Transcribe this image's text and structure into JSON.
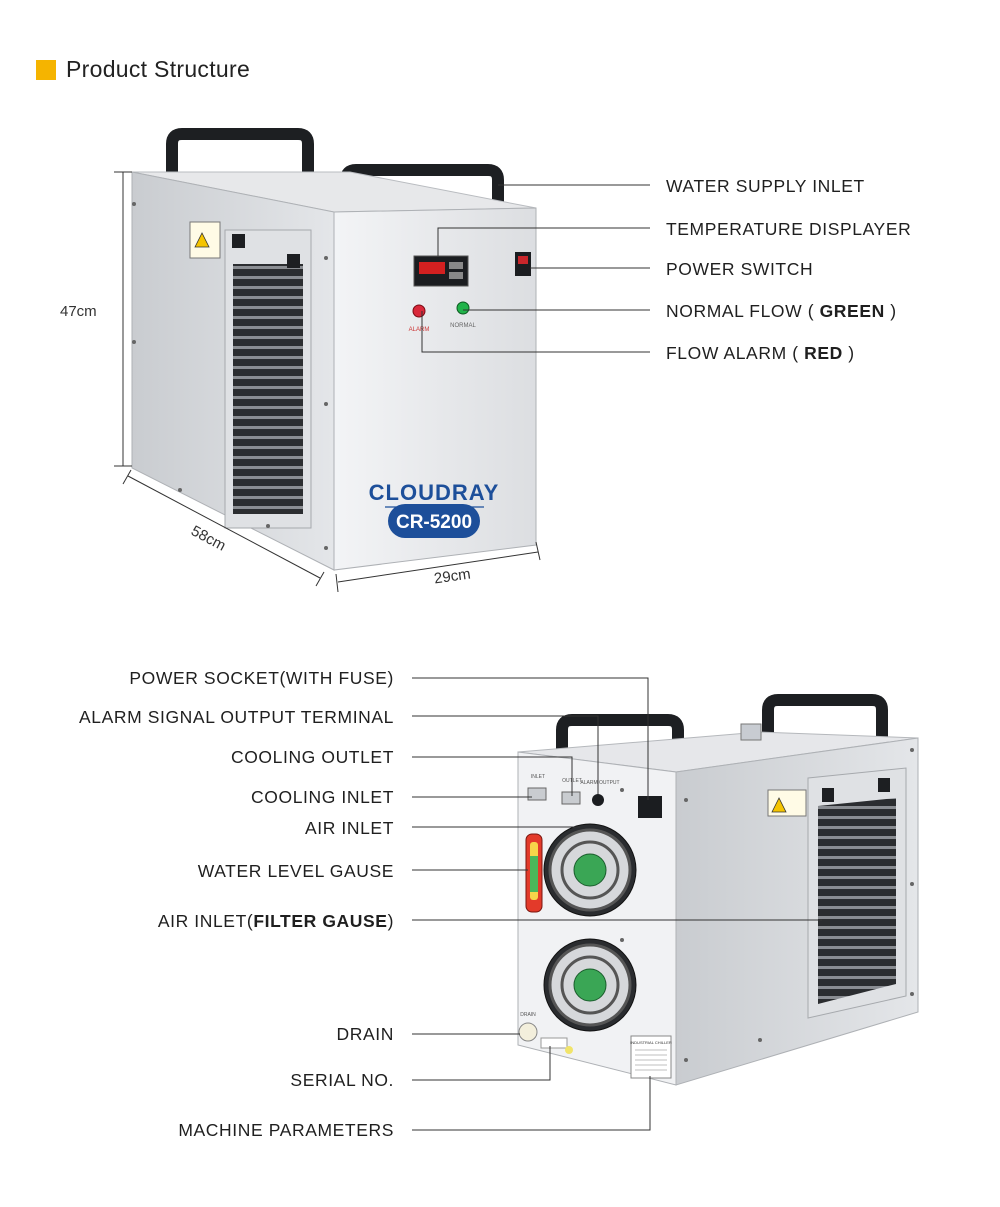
{
  "header": {
    "title": "Product Structure",
    "accent_color": "#f5b400"
  },
  "top_unit": {
    "brand": "CLOUDRAY",
    "model": "CR-5200",
    "alarm_led_label": "ALARM",
    "normal_led_label": "NORMAL",
    "dimensions": {
      "height": "47cm",
      "depth": "58cm",
      "width": "29cm"
    },
    "callouts": [
      {
        "text": "WATER SUPPLY INLET"
      },
      {
        "text": "TEMPERATURE DISPLAYER"
      },
      {
        "text": "POWER SWITCH"
      },
      {
        "text": "NORMAL FLOW ( ",
        "strong": "GREEN",
        "tail": " )"
      },
      {
        "text": "FLOW ALARM ( ",
        "strong": "RED",
        "tail": " )"
      }
    ]
  },
  "rear_unit": {
    "port_labels": {
      "inlet": "INLET",
      "outlet": "OUTLET",
      "alarm": "ALARM OUTPUT",
      "drain": "DRAIN"
    },
    "plate_title": "INDUSTRIAL CHILLER",
    "callouts": [
      {
        "text": "POWER SOCKET(WITH FUSE)"
      },
      {
        "text": "ALARM SIGNAL OUTPUT TERMINAL"
      },
      {
        "text": "COOLING OUTLET"
      },
      {
        "text": "COOLING INLET"
      },
      {
        "text": "AIR INLET"
      },
      {
        "text": "WATER LEVEL GAUSE"
      },
      {
        "text": "AIR INLET(",
        "strong": "FILTER GAUSE",
        "tail": ")"
      },
      {
        "text": "DRAIN"
      },
      {
        "text": "SERIAL NO."
      },
      {
        "text": "MACHINE PARAMETERS"
      }
    ]
  }
}
